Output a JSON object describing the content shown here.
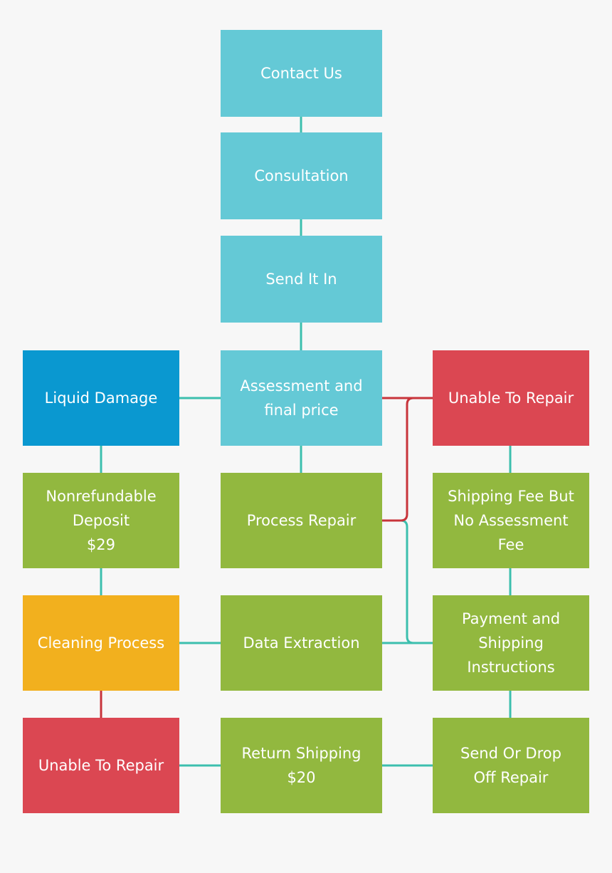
{
  "colors": {
    "background": "#f7f7f7",
    "teal": "#64c9d6",
    "blue": "#0a98d0",
    "green": "#92b83f",
    "yellow": "#f2b01e",
    "red": "#db4752",
    "connector_teal": "#3cbfae",
    "connector_red": "#c8343b"
  },
  "nodes": {
    "contact_us": {
      "label": "Contact Us",
      "color": "teal"
    },
    "consultation": {
      "label": "Consultation",
      "color": "teal"
    },
    "send_it_in": {
      "label": "Send It In",
      "color": "teal"
    },
    "assessment": {
      "label": "Assessment and\nfinal price",
      "color": "teal"
    },
    "liquid_damage": {
      "label": "Liquid Damage",
      "color": "blue"
    },
    "unable_to_repair_top": {
      "label": "Unable To Repair",
      "color": "red"
    },
    "deposit": {
      "label": "Nonrefundable\nDeposit\n$29",
      "color": "green"
    },
    "process_repair": {
      "label": "Process Repair",
      "color": "green"
    },
    "shipping_fee": {
      "label": "Shipping Fee But\nNo Assessment\nFee",
      "color": "green"
    },
    "cleaning_process": {
      "label": "Cleaning Process",
      "color": "yellow"
    },
    "data_extraction": {
      "label": "Data Extraction",
      "color": "green"
    },
    "payment_shipping": {
      "label": "Payment and\nShipping\nInstructions",
      "color": "green"
    },
    "unable_to_repair_bottom": {
      "label": "Unable To Repair",
      "color": "red"
    },
    "return_shipping": {
      "label": "Return Shipping\n$20",
      "color": "green"
    },
    "send_or_drop_off": {
      "label": "Send Or Drop\nOff Repair",
      "color": "green"
    }
  }
}
